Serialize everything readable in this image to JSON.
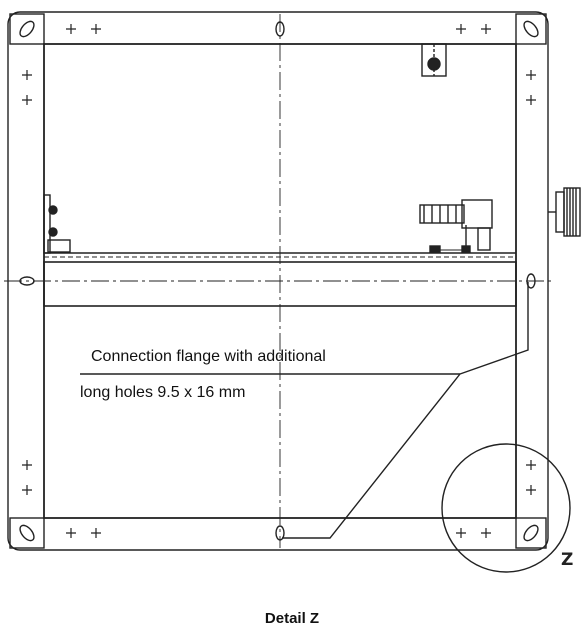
{
  "callout": {
    "line1": "Connection flange with additional",
    "line2": "long holes 9.5 x 16 mm"
  },
  "detail_marker": "Z",
  "caption": "Detail Z",
  "colors": {
    "line": "#222222",
    "background": "#ffffff"
  }
}
